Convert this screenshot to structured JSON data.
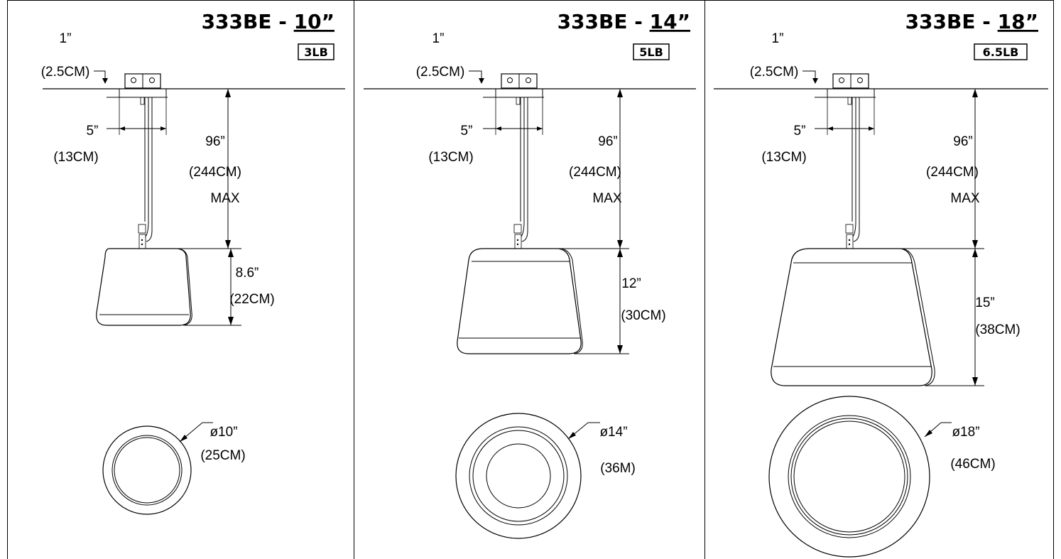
{
  "panels": [
    {
      "model_prefix": "333BE - ",
      "model_size": "10”",
      "weight": "3LB",
      "mount_offset_in": "1”",
      "mount_offset_cm": "(2.5CM)",
      "bracket_width_in": "5”",
      "bracket_width_cm": "(13CM)",
      "drop_in": "96”",
      "drop_cm": "(244CM)",
      "drop_note": "MAX",
      "height_in": "8.6”",
      "height_cm": "(22CM)",
      "diameter_in": "ø10”",
      "diameter_cm": "(25CM)"
    },
    {
      "model_prefix": "333BE - ",
      "model_size": "14”",
      "weight": "5LB",
      "mount_offset_in": "1”",
      "mount_offset_cm": "(2.5CM)",
      "bracket_width_in": "5”",
      "bracket_width_cm": "(13CM)",
      "drop_in": "96”",
      "drop_cm": "(244CM)",
      "drop_note": "MAX",
      "height_in": "12”",
      "height_cm": "(30CM)",
      "diameter_in": "ø14”",
      "diameter_cm": "(36M)"
    },
    {
      "model_prefix": "333BE - ",
      "model_size": "18”",
      "weight": "6.5LB",
      "mount_offset_in": "1”",
      "mount_offset_cm": "(2.5CM)",
      "bracket_width_in": "5”",
      "bracket_width_cm": "(13CM)",
      "drop_in": "96”",
      "drop_cm": "(244CM)",
      "drop_note": "MAX",
      "height_in": "15”",
      "height_cm": "(38CM)",
      "diameter_in": "ø18”",
      "diameter_cm": "(46CM)"
    }
  ]
}
